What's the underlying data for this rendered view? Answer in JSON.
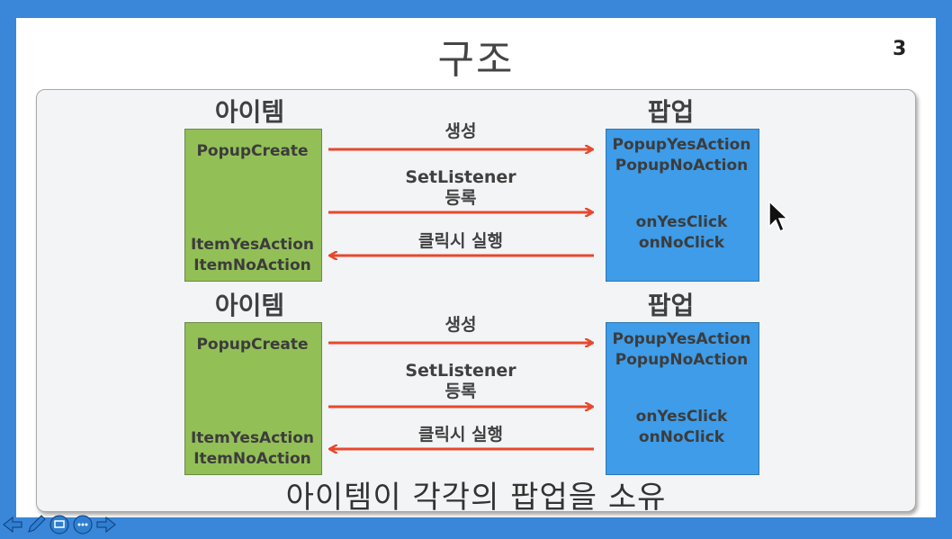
{
  "slide": {
    "title": "구조",
    "page_number": "3",
    "caption": "아이템이 각각의 팝업을 소유"
  },
  "diagrams": [
    {
      "left_heading": "아이템",
      "right_heading": "팝업",
      "left_top": "PopupCreate",
      "left_bottom": [
        "ItemYesAction",
        "ItemNoAction"
      ],
      "right_top": [
        "PopupYesAction",
        "PopupNoAction"
      ],
      "right_bottom": [
        "onYesClick",
        "onNoClick"
      ],
      "arrow1_label": "생성",
      "arrow2_label": [
        "SetListener",
        "등록"
      ],
      "arrow3_label": "클릭시 실행"
    },
    {
      "left_heading": "아이템",
      "right_heading": "팝업",
      "left_top": "PopupCreate",
      "left_bottom": [
        "ItemYesAction",
        "ItemNoAction"
      ],
      "right_top": [
        "PopupYesAction",
        "PopupNoAction"
      ],
      "right_bottom": [
        "onYesClick",
        "onNoClick"
      ],
      "arrow1_label": "생성",
      "arrow2_label": [
        "SetListener",
        "등록"
      ],
      "arrow3_label": "클릭시 실행"
    }
  ],
  "colors": {
    "item_box": "#93bf57",
    "popup_box": "#3e9ce8",
    "arrow": "#e8482c",
    "frame": "#3a86d8"
  },
  "toolbar": {
    "icons": [
      "previous-slide-icon",
      "pen-icon",
      "slide-view-icon",
      "more-options-icon",
      "next-slide-icon"
    ]
  }
}
